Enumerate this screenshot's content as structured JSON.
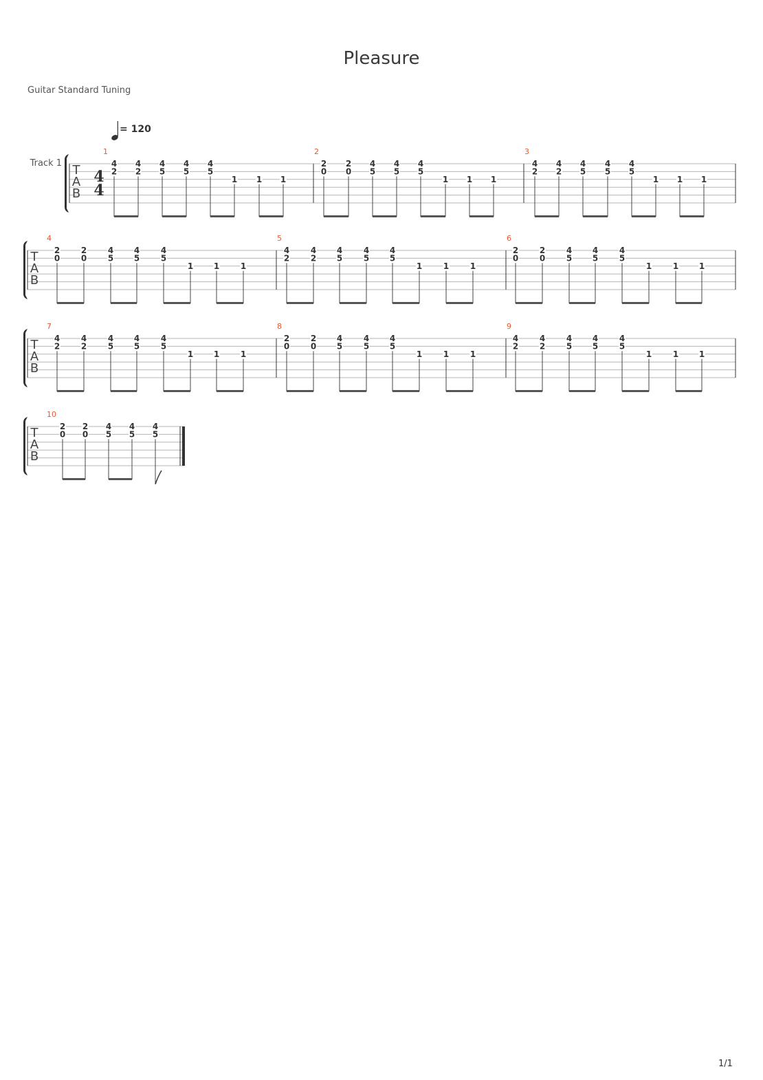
{
  "title": "Pleasure",
  "tuning": "Guitar Standard Tuning",
  "tempo": {
    "value": "= 120"
  },
  "track_name": "Track 1",
  "time_signature": {
    "numerator": "4",
    "denominator": "4"
  },
  "clef_letters": [
    "T",
    "A",
    "B"
  ],
  "page_number": "1/1",
  "colors": {
    "measure_number": "#e8582e",
    "staff_line": "#b5b5b5",
    "notes": "#333333"
  },
  "measure_patterns": {
    "A": [
      [
        "4",
        "2"
      ],
      [
        "4",
        "2"
      ],
      [
        "4",
        "5"
      ],
      [
        "4",
        "5"
      ],
      [
        "4",
        "5"
      ],
      [
        "1"
      ],
      [
        "1"
      ],
      [
        "1"
      ]
    ],
    "B": [
      [
        "2",
        "0"
      ],
      [
        "2",
        "0"
      ],
      [
        "4",
        "5"
      ],
      [
        "4",
        "5"
      ],
      [
        "4",
        "5"
      ],
      [
        "1"
      ],
      [
        "1"
      ],
      [
        "1"
      ]
    ]
  },
  "measures": [
    {
      "number": "1",
      "pattern": "A"
    },
    {
      "number": "2",
      "pattern": "B"
    },
    {
      "number": "3",
      "pattern": "A"
    },
    {
      "number": "4",
      "pattern": "B"
    },
    {
      "number": "5",
      "pattern": "A"
    },
    {
      "number": "6",
      "pattern": "B"
    },
    {
      "number": "7",
      "pattern": "A"
    },
    {
      "number": "8",
      "pattern": "B"
    },
    {
      "number": "9",
      "pattern": "A"
    },
    {
      "number": "10",
      "pattern": "final",
      "beats": [
        [
          "2",
          "0"
        ],
        [
          "2",
          "0"
        ],
        [
          "4",
          "5"
        ],
        [
          "4",
          "5"
        ],
        [
          "4",
          "5"
        ]
      ]
    }
  ]
}
